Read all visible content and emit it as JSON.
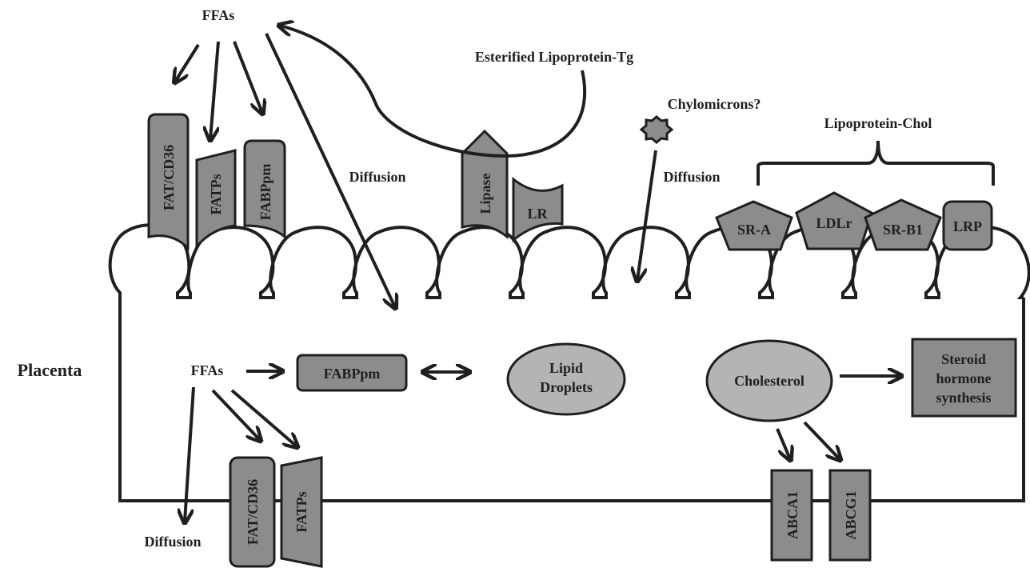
{
  "labels": {
    "ffas_top": "FFAs",
    "esterified": "Esterified Lipoprotein-Tg",
    "chylomicrons": "Chylomicrons?",
    "lipoprotein_chol": "Lipoprotein-Chol",
    "diffusion_1": "Diffusion",
    "diffusion_2": "Diffusion",
    "diffusion_3": "Diffusion",
    "placenta": "Placenta",
    "ffas_inner": "FFAs",
    "fabppm_inner": "FABPpm",
    "lipid_1": "Lipid",
    "lipid_2": "Droplets",
    "cholesterol": "Cholesterol",
    "steroid_1": "Steroid",
    "steroid_2": "hormone",
    "steroid_3": "synthesis"
  },
  "transporters": {
    "fat_cd36_top": "FAT/CD36",
    "fatps_top": "FATPs",
    "fabppm_top": "FABPpm",
    "lipase": "Lipase",
    "lr": "LR",
    "sr_a": "SR-A",
    "ldlr": "LDLr",
    "sr_b1": "SR-B1",
    "lrp": "LRP",
    "fat_cd36_bottom": "FAT/CD36",
    "fatps_bottom": "FATPs",
    "abca1": "ABCA1",
    "abcg1": "ABCG1"
  },
  "colors": {
    "outline": "#1f1f1f",
    "dark_fill": "#8c8c8c",
    "light_fill": "#b4b4b4"
  }
}
